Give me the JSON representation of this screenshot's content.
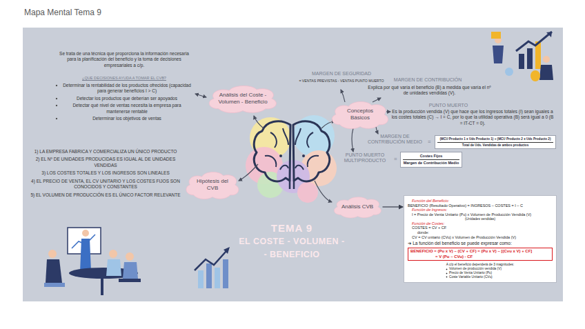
{
  "diagram": {
    "title": "Mapa Mental Tema 9",
    "nodes": [
      {
        "text": [
          "Análisis del Coste - Volumen - Beneficio"
        ]
      },
      {
        "text": [
          "Conceptos Básicos"
        ]
      },
      {
        "text": [
          "(MCU Producto 1 x Uds Producto 1) + (MCU Producto 2 x Uds Producto 2)",
          "Total de Uds. Vendidas de ambos productos"
        ]
      },
      {
        "text": [
          "Costes Fijos",
          "Margen de Contribución Medio"
        ]
      },
      {
        "text": [
          "Hipótesis del CVB"
        ]
      },
      {
        "text": [
          "Análisis CVB"
        ]
      },
      {
        "text": [
          "Función del Beneficio:",
          "BENEFICIO (Resultado Operativo) = INGRESOS – COSTES = I – C",
          "Función de Ingresos:",
          "I = Precio de Venta Unitario (Pu) x Volumen de Producción Vendida (V)",
          "(Unidades vendidas)",
          "Función de Costes:",
          "COSTES = CV + CF",
          "donde:",
          "CV = CV unitario (CVu) x Volumen de Producción Vendida (V)",
          "➔ La función del beneficio se puede expresar como:",
          "A c/p el beneficio dependerá de 3 magnitudes:",
          "Volumen de producción vendida (V)",
          "Precio de Venta Unitario (Pu)",
          "Coste Variable Unitario (CVu)"
        ]
      },
      {
        "text": [
          "BENEFICIO = (Pu x V) – (CV + CF) = (Pu x V) – [(Cvu x V) + CF]",
          "= V (Pu – CVu) - CF"
        ],
        "in": 6
      }
    ],
    "edges": [
      {
        "from": 5,
        "to": 6,
        "arrow": "to"
      }
    ],
    "labels": [
      "Se trata de una técnica que proporciona la información necesaria para la planificación del beneficio y la toma de decisiones empresariales a c/p.",
      "¿QUE DECISIONES AYUDA A TOMAR EL CVB?",
      "Determinar la rentabilidad de los productos ofrecidos (capacidad para generar beneficios I > C)",
      "Detectar los productos que deberían ser apoyados",
      "Detectar qué nivel de ventas necesita la empresa para mantenerse rentable",
      "Determinar los objetivos de ventas",
      "1) LA EMPRESA FABRICA Y COMERCIALIZA UN ÚNICO PRODUCTO",
      "2) EL Nº DE UNIDADES PRODUCIDAS ES IGUAL AL DE UNIDADES VENDIDAS",
      "3) LOS COSTES TOTALES Y LOS INGRESOS SON LINEALES",
      "4) EL PRECIO DE VENTA, EL CV UNITARIO Y LOS COSTES FIJOS SON CONOCIDOS Y CONSTANTES",
      "5) EL VOLUMEN DE PRODUCCIÓN ES EL ÚNICO FACTOR RELEVANTE",
      "MARGEN DE SEGURIDAD",
      "= VENTAS PREVISTAS - VENTAS PUNTO MUERTO",
      "MARGEN DE CONTRIBUCIÓN",
      "Explica por qué varía el beneficio (B) a medida que varía el nº de unidades vendidas (V).",
      "PUNTO MUERTO",
      "Es la producción vendida (V) que hace que los ingresos totales (I) sean iguales a los costes totales (C) → I = C, por lo que la utilidad operativa (B) será igual a 0 (B = IT-CT = 0).",
      "MARGEN DE CONTRIBUCIÓN MEDIO",
      "=",
      "PUNTO MUERTO MULTIPRODUCTO",
      "=",
      "TEMA 9",
      "EL COSTE - VOLUMEN -",
      "- BENEFICIO"
    ]
  }
}
